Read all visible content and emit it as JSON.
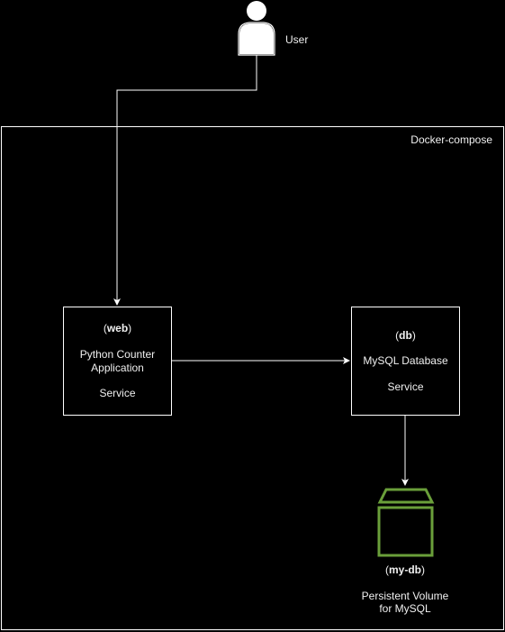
{
  "user": {
    "label": "User"
  },
  "group": {
    "label": "Docker-compose"
  },
  "web": {
    "open_paren": "(",
    "name": "web",
    "close_paren": ")",
    "line1": "Python Counter",
    "line2": "Application",
    "line3": "Service"
  },
  "db": {
    "open_paren": "(",
    "name": "db",
    "close_paren": ")",
    "line1": "MySQL Database",
    "line2": "Service"
  },
  "volume": {
    "open_paren": "(",
    "name": "my-db",
    "close_paren": ")",
    "line1": "Persistent Volume",
    "line2": "for MySQL"
  },
  "colors": {
    "background": "#000000",
    "stroke": "#ffffff",
    "volume_stroke": "#6a9f3a",
    "text": "#f0f0f0"
  }
}
